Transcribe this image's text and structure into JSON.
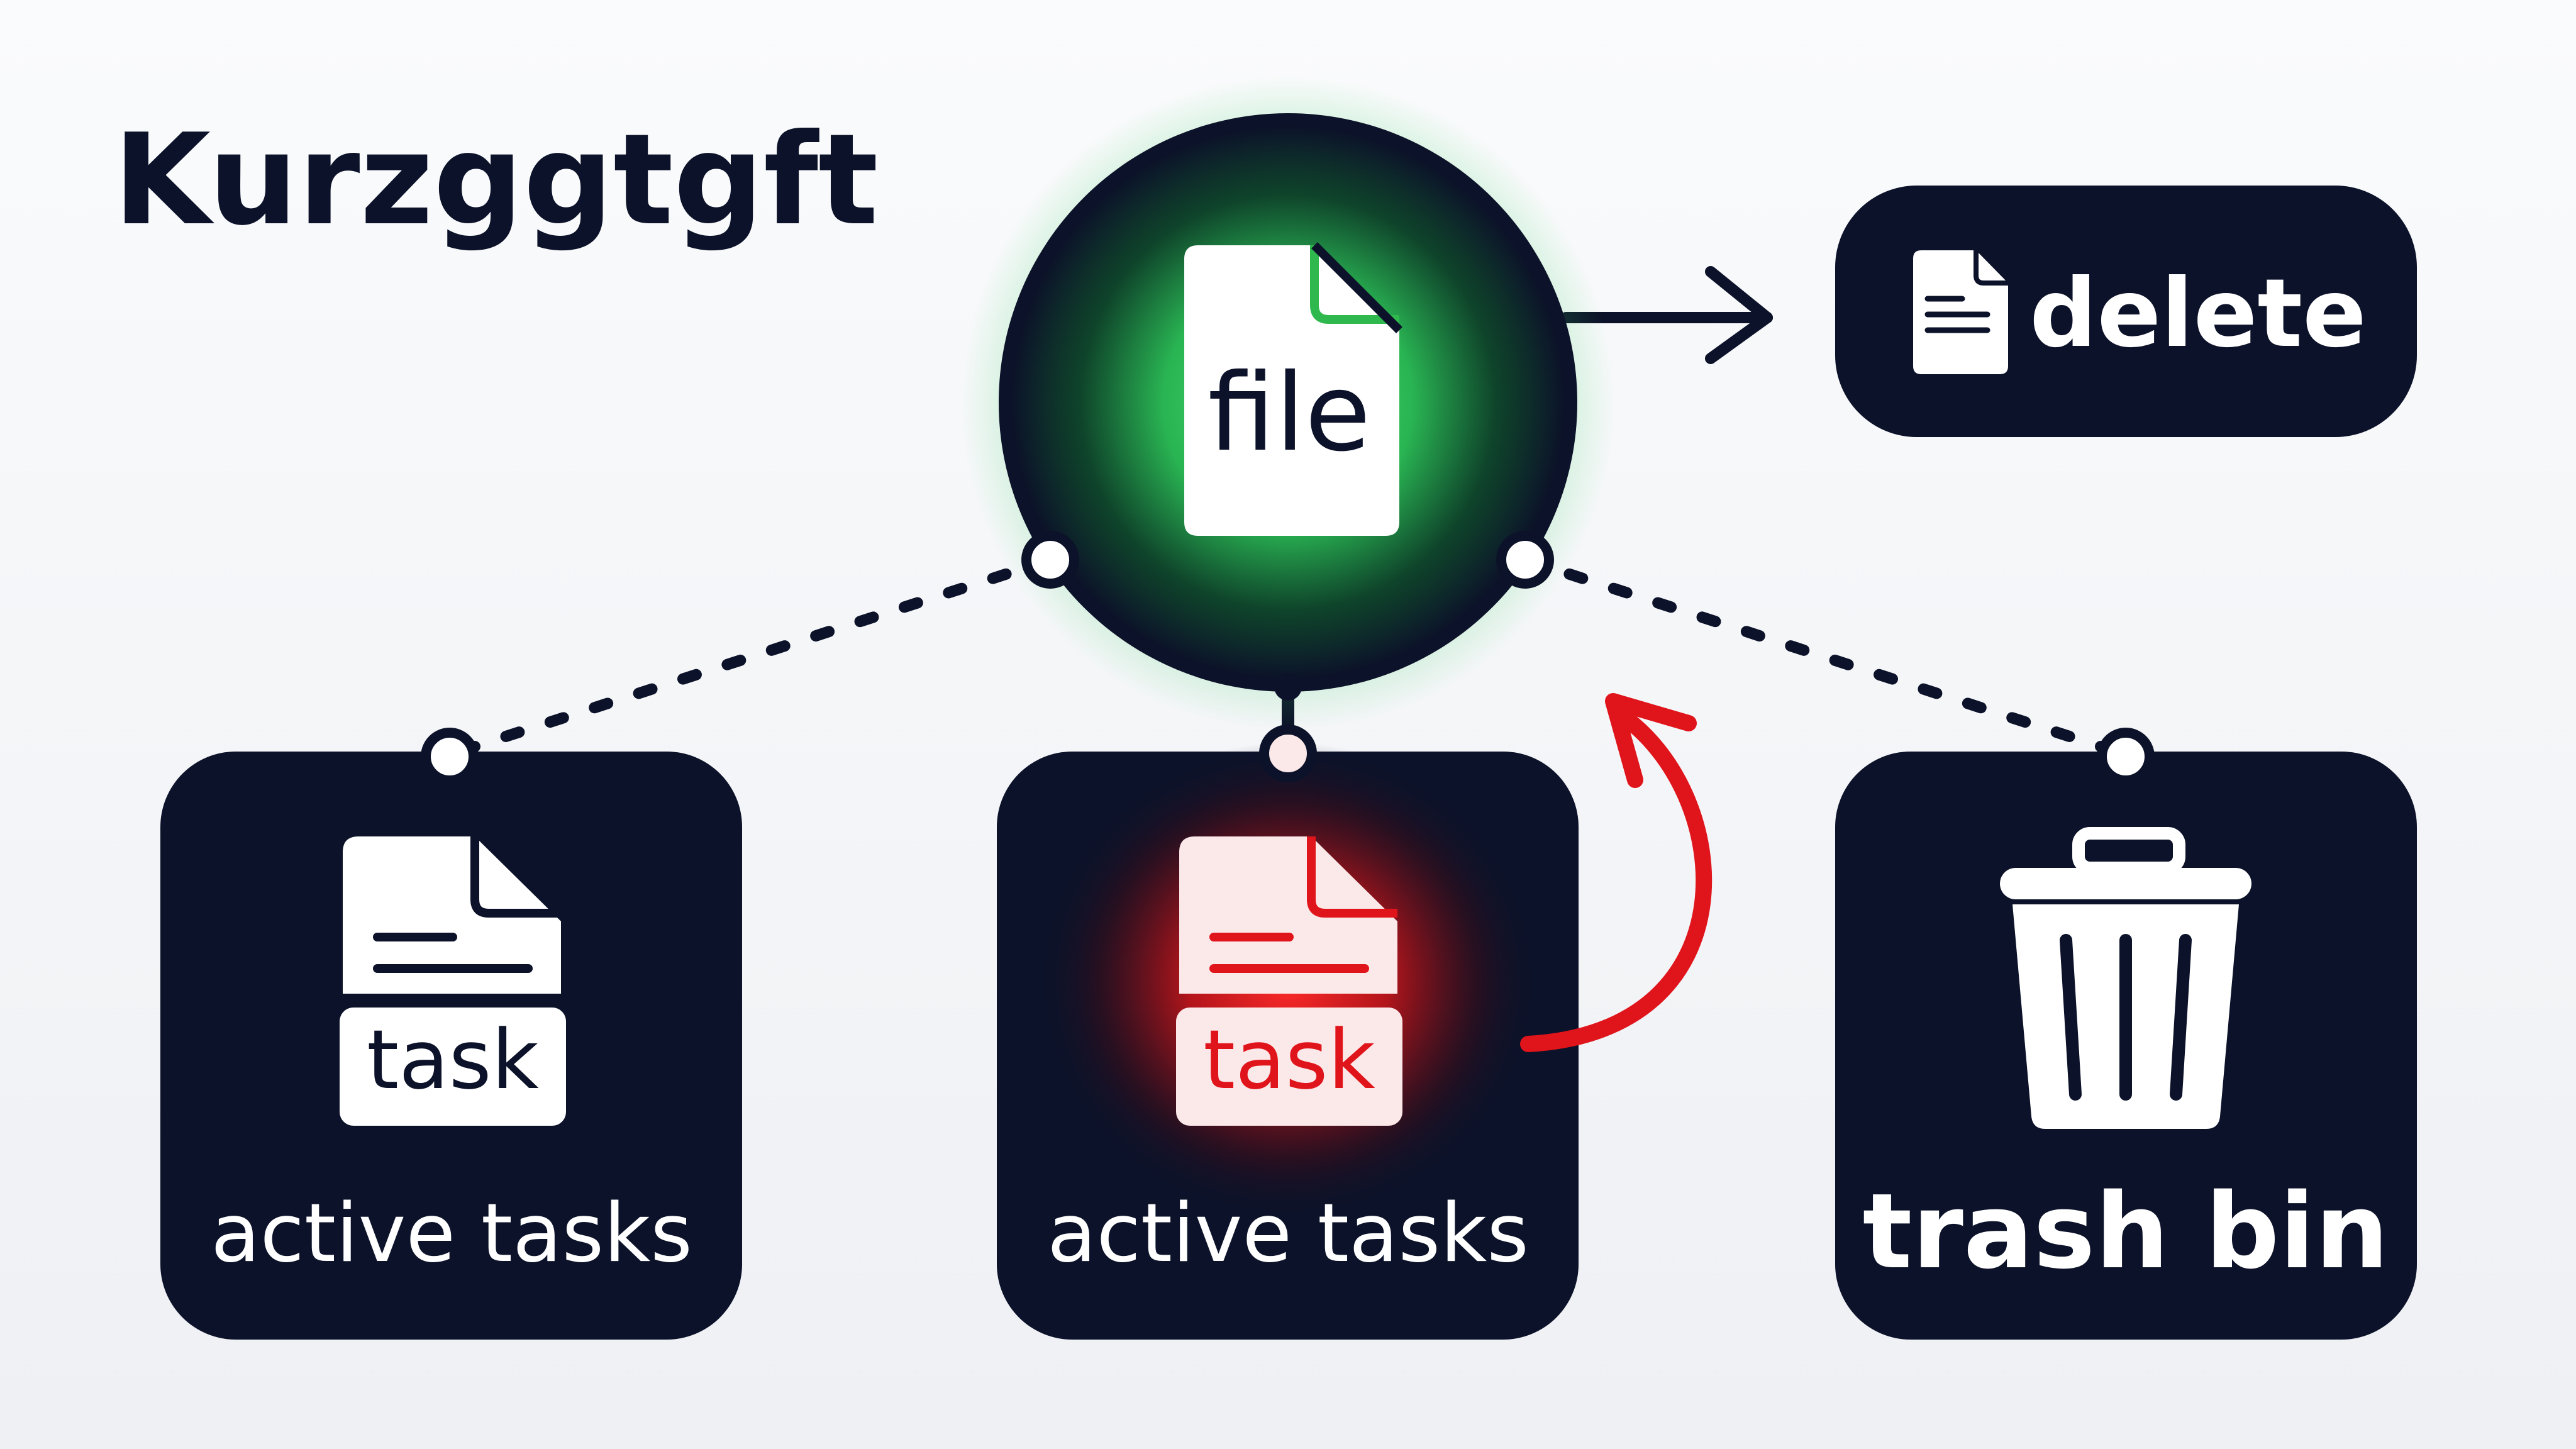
{
  "title": "Kurzggtgft",
  "colors": {
    "background": "#f3f4f7",
    "navy": "#0c1229",
    "white": "#ffffff",
    "green_glow": "#35d060",
    "green_accent": "#2fb84e",
    "red": "#e0141b",
    "red_pale": "#fbe8e8"
  },
  "nodes": {
    "file": {
      "label": "file",
      "icon": "document-icon",
      "state": "highlighted-green"
    },
    "delete": {
      "label": "delete",
      "icon": "document-icon"
    },
    "tasks_left": {
      "badge": "task",
      "label": "active tasks",
      "icon": "document-icon"
    },
    "tasks_center": {
      "badge": "task",
      "label": "active tasks",
      "icon": "document-icon",
      "state": "highlighted-red"
    },
    "trash": {
      "label": "trash bin",
      "icon": "trash-icon"
    }
  },
  "connections": [
    {
      "from": "file",
      "to": "delete",
      "style": "solid-arrow"
    },
    {
      "from": "file",
      "to": "tasks_left",
      "style": "dotted"
    },
    {
      "from": "file",
      "to": "tasks_center",
      "style": "solid"
    },
    {
      "from": "file",
      "to": "trash",
      "style": "dotted"
    },
    {
      "from": "tasks_center",
      "to": "file",
      "style": "curved-red-arrow"
    }
  ]
}
